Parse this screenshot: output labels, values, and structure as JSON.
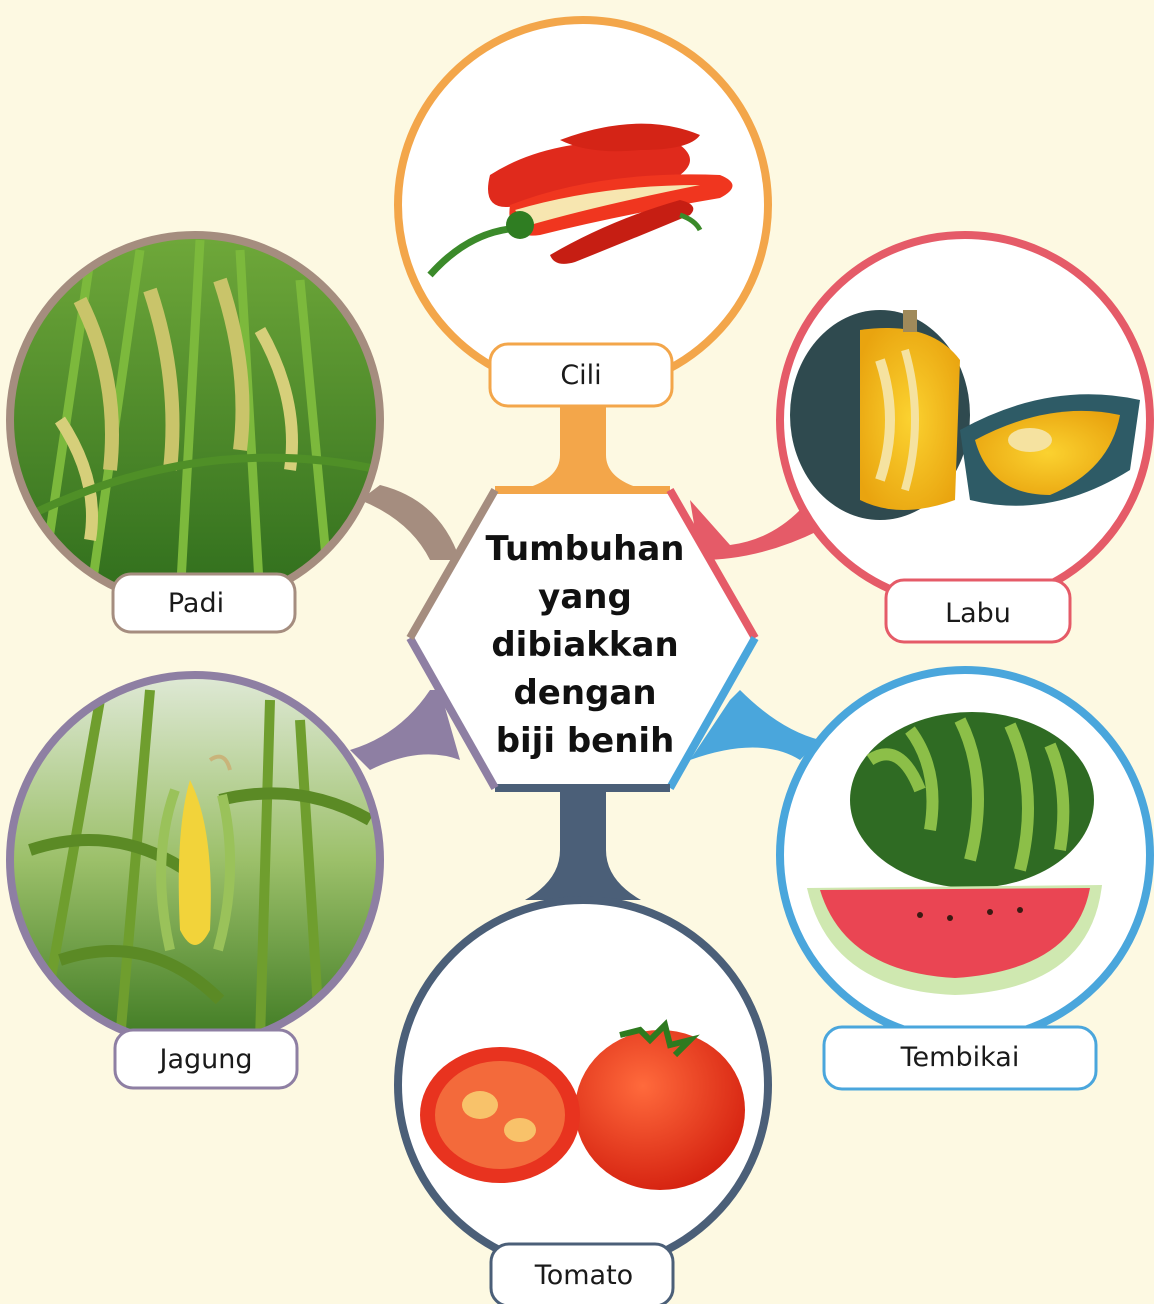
{
  "center": {
    "line1": "Tumbuhan",
    "line2": "yang",
    "line3": "dibiakkan",
    "line4": "dengan",
    "line5": "biji benih"
  },
  "nodes": {
    "cili": {
      "label": "Cili",
      "color": "#f3a64a"
    },
    "labu": {
      "label": "Labu",
      "color": "#e55b68"
    },
    "tembikai": {
      "label": "Tembikai",
      "color": "#4aa6dc"
    },
    "tomato": {
      "label": "Tomato",
      "color": "#4b5f78"
    },
    "jagung": {
      "label": "Jagung",
      "color": "#8e7fa3"
    },
    "padi": {
      "label": "Padi",
      "color": "#a58d7f"
    }
  }
}
